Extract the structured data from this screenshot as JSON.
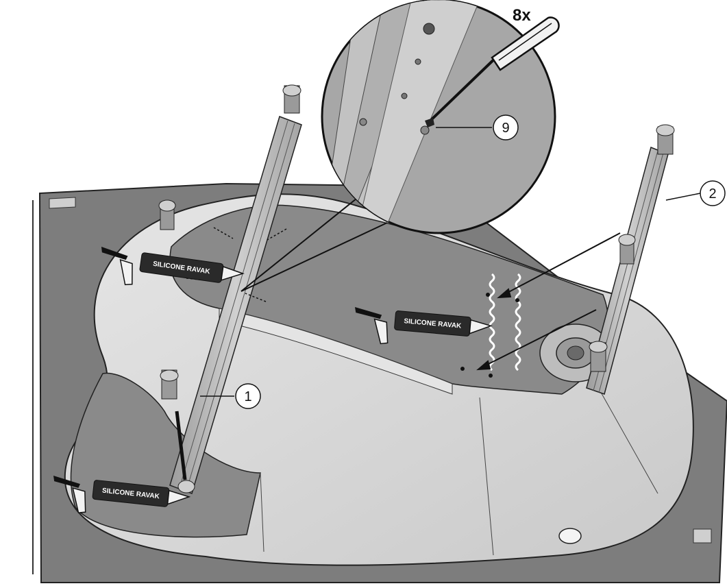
{
  "magnifier": {
    "multiplier": "8x"
  },
  "callouts": [
    {
      "id": "rail-1",
      "text": "1"
    },
    {
      "id": "rail-2",
      "text": "2"
    },
    {
      "id": "screw",
      "text": "9"
    }
  ],
  "silicone_guns": [
    {
      "label": "SILICONE RAVAK"
    },
    {
      "label": "SILICONE RAVAK"
    },
    {
      "label": "SILICONE RAVAK"
    }
  ],
  "colors": {
    "floor": "#7d7d7d",
    "tub_shell": "#d9d9d9",
    "tub_inner": "#8a8a8a",
    "rail": "#b8b8b8",
    "gun_body": "#2a2a2a",
    "line": "#111111"
  }
}
